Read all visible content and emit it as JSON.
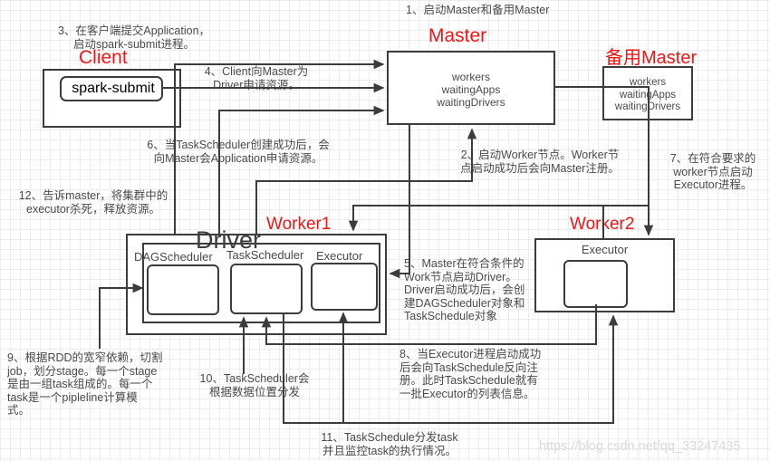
{
  "watermark": "https://blog.csdn.net/qq_33247435",
  "colors": {
    "accent_red": "#f21414",
    "line": "#3c3c3c",
    "grid": "#ededed"
  },
  "nodes": {
    "client": {
      "title": "Client",
      "spark_submit": "spark-submit"
    },
    "master": {
      "title": "Master",
      "fields": [
        "workers",
        "waitingApps",
        "waitingDrivers"
      ]
    },
    "backup_master": {
      "title": "备用Master",
      "fields": [
        "workers",
        "waitingApps",
        "waitingDrivers"
      ]
    },
    "worker1": {
      "title": "Worker1",
      "driver_title": "Driver",
      "dag_scheduler": "DAGScheduler",
      "task_scheduler": "TaskScheduler",
      "executor": "Executor"
    },
    "worker2": {
      "title": "Worker2",
      "executor": "Executor"
    }
  },
  "annotations": {
    "step1": "1、启动Master和备用Master",
    "step2": "2、启动Worker节点。Worker节\n点启动成功后会向Master注册。",
    "step3": "3、在客户端提交Application，\n启动spark-submit进程。",
    "step4": "4、Client向Master为\nDriver申请资源。",
    "step5": "5、Master在符合条件的\nWork节点启动Driver。\nDriver启动成功后，会创\n建DAGScheduler对象和\nTaskSchedule对象",
    "step6": "6、当TaskScheduler创建成功后，会\n向Master会Application申请资源。",
    "step7": "7、在符合要求的\nworker节点启动\nExecutor进程。",
    "step8": "8、当Executor进程启动成功\n后会向TaskSchedule反向注\n册。此时TaskSchedule就有\n一批Executor的列表信息。",
    "step9": "9、根据RDD的宽窄依赖，切割\njob，划分stage。每一个stage\n是由一组task组成的。每一个\ntask是一个pipleline计算模\n式。",
    "step10": "10、TaskScheduler会\n根据数据位置分发",
    "step11": "11、TaskSchedule分发task\n并且监控task的执行情况。",
    "step12": "12、告诉master，将集群中的\nexecutor杀死，释放资源。"
  }
}
